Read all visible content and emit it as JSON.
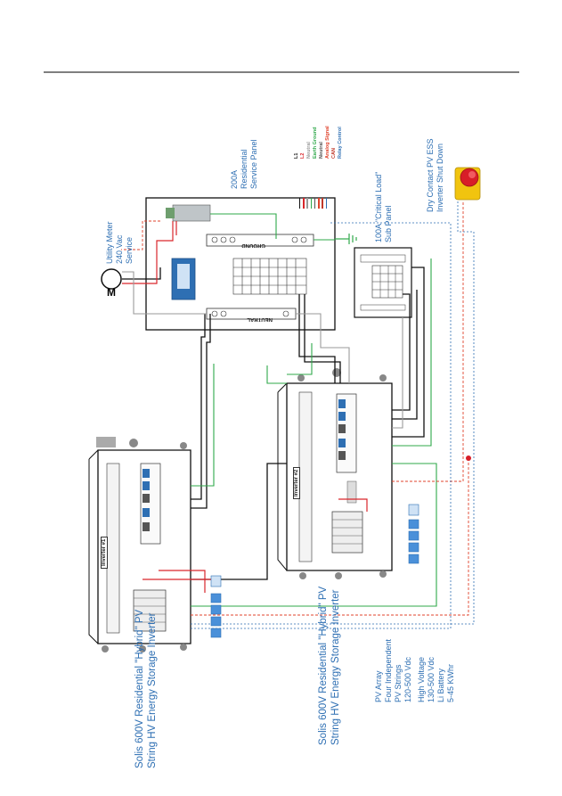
{
  "colors": {
    "black": "#111111",
    "red": "#d9262b",
    "green": "#2fa84a",
    "blue": "#2e6fb3",
    "orange": "#e8732a",
    "analog": "#e0432c",
    "can": "#c0392b",
    "relay": "#2e6fb3",
    "neutral": "#9a9a9a",
    "stop_yellow": "#f1c40f",
    "stop_red": "#d81e28"
  },
  "icons": {
    "meter": "meter-symbol-icon",
    "stop_button": "emergency-stop-button-icon",
    "battery": "battery-module-icon",
    "ground": "earth-ground-icon"
  },
  "diagram": {
    "utility_meter": {
      "label_line1": "Utility Meter",
      "label_line2": "240 Vac",
      "label_line3": "Service",
      "symbol": "M"
    },
    "service_panel": {
      "label_line1": "200A",
      "label_line2": "Residential",
      "label_line3": "Service Panel",
      "ground_bar": "GROUND",
      "neutral_bar": "NEUTRAL"
    },
    "sub_panel": {
      "label_line1": "100A \"Critical Load\"",
      "label_line2": "Sub Panel"
    },
    "shutdown": {
      "label_line1": "Dry Contact PV ESS",
      "label_line2": "Inverter Shut Down"
    },
    "legend": [
      {
        "label": "L1",
        "color": "#111111"
      },
      {
        "label": "L2",
        "color": "#d9262b"
      },
      {
        "label": "Neutral",
        "color": "#9a9a9a"
      },
      {
        "label": "Earth Ground",
        "color": "#2fa84a"
      },
      {
        "label": "Neutral",
        "color": "#555555"
      },
      {
        "label": "Analog Signal",
        "color": "#e0432c"
      },
      {
        "label": "CAN",
        "color": "#c0392b"
      },
      {
        "label": "Relay Control",
        "color": "#2e6fb3"
      }
    ],
    "inverter1": {
      "badge": "Inverter #1",
      "caption_line1": "Solis 600V Residential \"Hybrid\" PV",
      "caption_line2": "String HV Energy Storage Inverter"
    },
    "inverter2": {
      "badge": "Inverter #2",
      "caption_line1": "Solis 600V Residential \"Hybrid\" PV",
      "caption_line2": "String HV Energy Storage Inverter"
    },
    "pv_array": {
      "line1": "PV Array",
      "line2": "Four Independent",
      "line3": "PV Strings",
      "line4": "120-500 Vdc"
    },
    "battery": {
      "line1": "High Voltage",
      "line2": "130-500 Vdc",
      "line3": "Li Battery",
      "line4": "5-45 KWhr"
    }
  }
}
